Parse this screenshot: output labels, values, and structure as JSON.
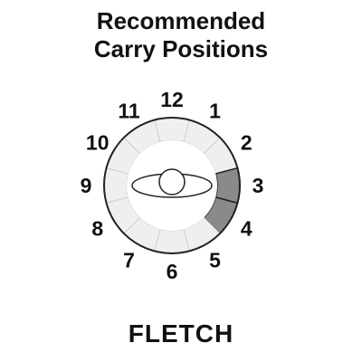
{
  "title": {
    "line1": "Recommended",
    "line2": "Carry Positions"
  },
  "clock": {
    "positions": [
      "12",
      "1",
      "2",
      "3",
      "4",
      "5",
      "6",
      "7",
      "8",
      "9",
      "10",
      "11"
    ],
    "highlighted": [
      "3",
      "4"
    ],
    "colors": {
      "ring_fill": "#efefef",
      "highlight_fill": "#8a8a8a",
      "outline": "#222222",
      "divider": "#cfcfcf"
    }
  },
  "footer": {
    "label": "FLETCH"
  }
}
